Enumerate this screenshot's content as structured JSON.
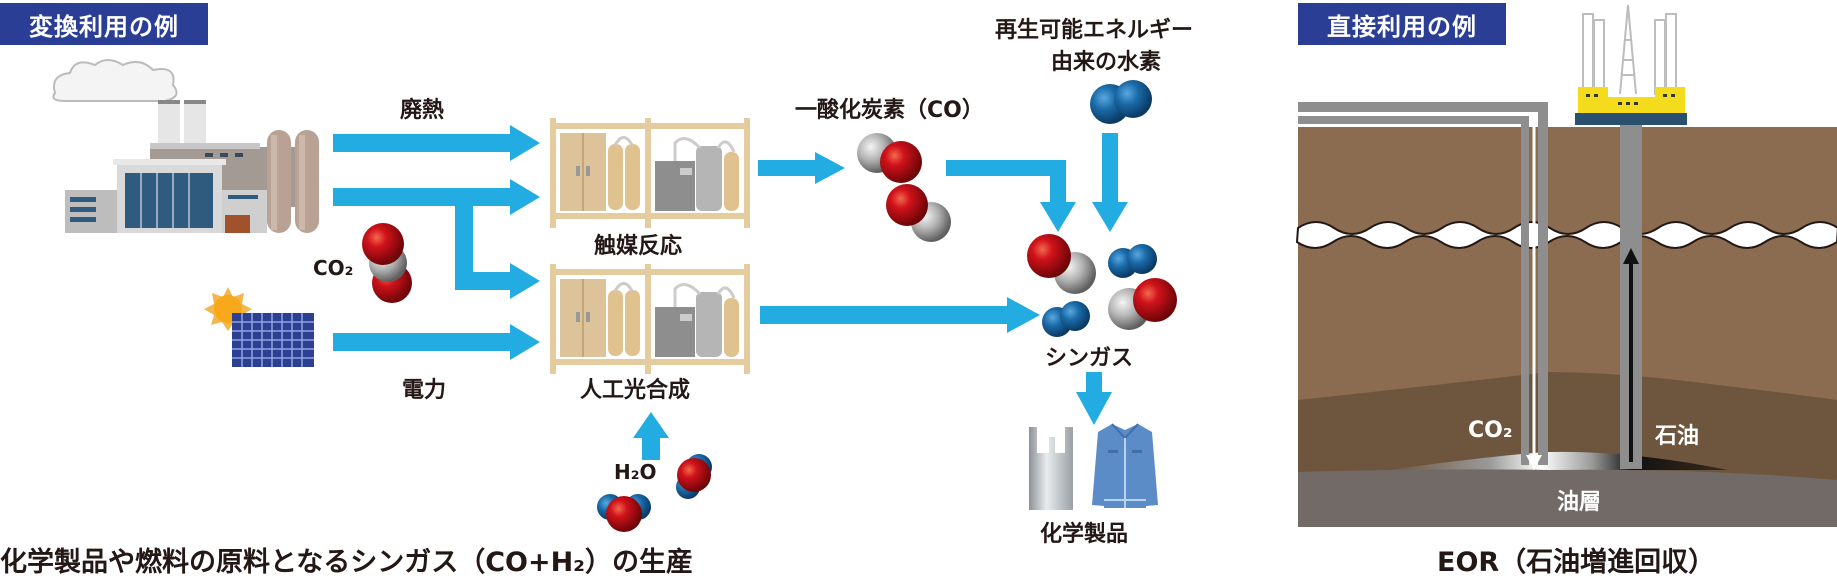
{
  "left_panel": {
    "badge": "変換利用の例",
    "labels": {
      "waste_heat": "廃熱",
      "electric_power": "電力",
      "co2": "CO₂",
      "catalytic_reaction": "触媒反応",
      "artificial_photosynthesis": "人工光合成",
      "carbon_monoxide": "一酸化炭素（CO）",
      "renewable_h2_line1": "再生可能エネルギー",
      "renewable_h2_line2": "由来の水素",
      "syngas": "シンガス",
      "h2o": "H₂O",
      "chemical_products": "化学製品"
    },
    "caption": "化学製品や燃料の原料となるシンガス（CO+H₂）の生産"
  },
  "right_panel": {
    "badge": "直接利用の例",
    "labels": {
      "co2": "CO₂",
      "oil": "石油",
      "oil_layer": "油層"
    },
    "caption": "EOR（石油増進回収）"
  },
  "colors": {
    "badge_bg": "#2b3e95",
    "arrow": "#23ace2",
    "soil": "#8b6c50",
    "soil_dark": "#6e563e",
    "rock": "#726a66",
    "oxygen": "#d0121b",
    "carbon": "#a9a9a9",
    "hydrogen": "#1a6aa8"
  }
}
